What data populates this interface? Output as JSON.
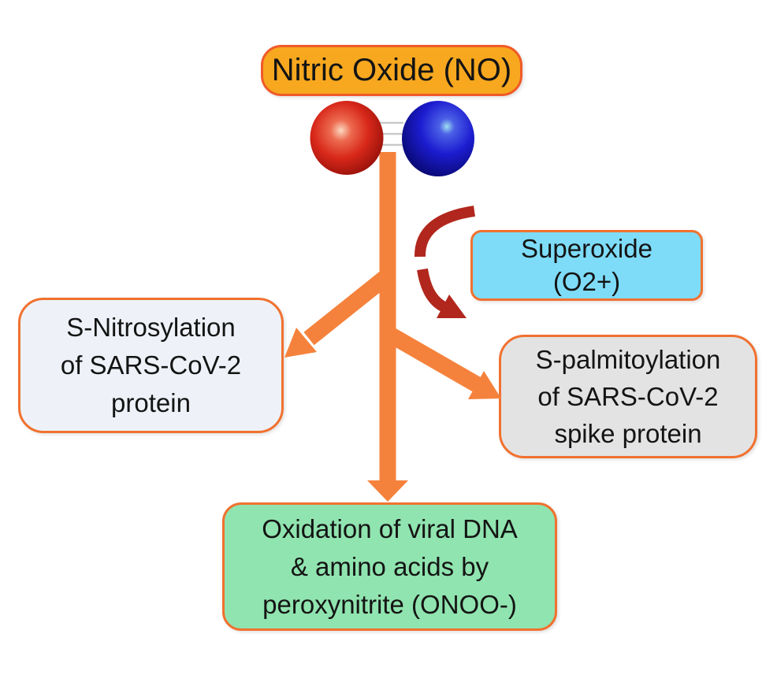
{
  "figure": {
    "nitric_oxide_box": {
      "label": "Nitric Oxide (NO)"
    },
    "superoxide_box": {
      "lines": [
        "Superoxide",
        "(O2+)"
      ]
    },
    "s_nitrosylation_box": {
      "lines": [
        "S-Nitrosylation",
        "of SARS-CoV-2",
        "protein"
      ]
    },
    "s_palmitoylation_box": {
      "lines": [
        "S-palmitoylation",
        "of SARS-CoV-2",
        "spike protein"
      ]
    },
    "oxidation_box": {
      "lines": [
        "Oxidation of viral DNA",
        "& amino acids by",
        "peroxynitrite (ONOO-)"
      ]
    },
    "molecule": {
      "atoms": [
        "oxygen",
        "nitrogen"
      ],
      "bond_type": "triple-bond"
    },
    "colors": {
      "arrow_orange": "#F5823C",
      "reaction_arrow_red": "#B1271D",
      "bond_gray": "#C9C9C9",
      "title_fill": "#F7A81F",
      "title_border": "#F05A28",
      "box_border_orange": "#F1712F",
      "superoxide_fill": "#7EDCF8",
      "s_nitrosylation_fill": "#EEF2F8",
      "s_palmitoylation_fill": "#E3E3E3",
      "oxidation_fill": "#90E4AF",
      "oxygen_red": "#D6251C",
      "nitrogen_blue": "#1C1CD0"
    }
  }
}
